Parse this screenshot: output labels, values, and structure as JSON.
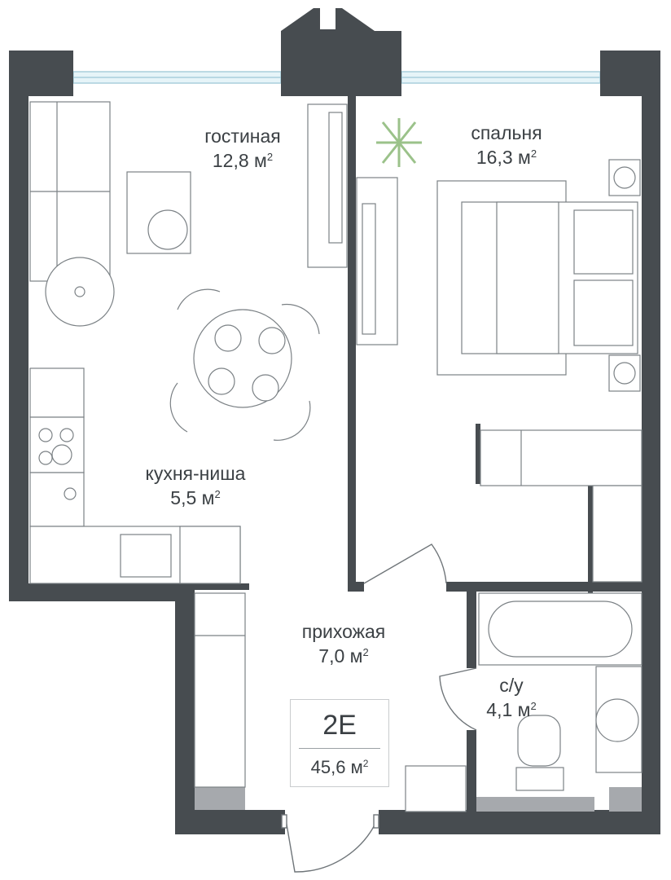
{
  "unit_symbol": "м",
  "unit_power": "2",
  "apartment": {
    "code": "2Е",
    "total_area": "45,6"
  },
  "rooms": [
    {
      "id": "living",
      "name": "гостиная",
      "area": "12,8"
    },
    {
      "id": "bedroom",
      "name": "спальня",
      "area": "16,3"
    },
    {
      "id": "kitchen",
      "name": "кухня-ниша",
      "area": "5,5"
    },
    {
      "id": "hall",
      "name": "прихожая",
      "area": "7,0"
    },
    {
      "id": "bath",
      "name": "с/у",
      "area": "4,1"
    }
  ],
  "colors": {
    "wall": "#474c50",
    "text": "#3b4044",
    "window": "#cfe8f0",
    "furniture": "#7b8185",
    "plant": "#9bc28a",
    "floor_gray": "#a6a9ad"
  }
}
